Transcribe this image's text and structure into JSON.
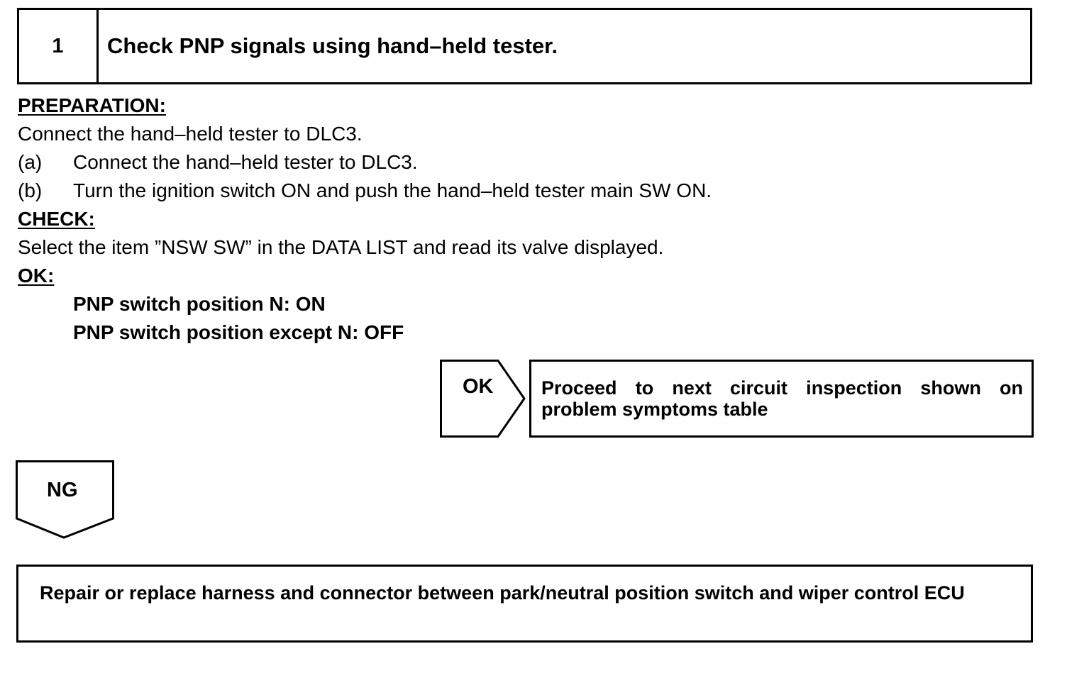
{
  "step": {
    "number": "1",
    "title": "Check PNP signals using hand–held tester."
  },
  "preparation": {
    "heading": "PREPARATION:",
    "intro": "Connect the hand–held tester to DLC3.",
    "steps": [
      {
        "label": "(a)",
        "text": "Connect the hand–held tester to DLC3."
      },
      {
        "label": "(b)",
        "text": "Turn the ignition switch ON and push the hand–held tester main SW ON."
      }
    ]
  },
  "check": {
    "heading": "CHECK:",
    "text": "Select the item ”NSW SW” in the DATA LIST and read its valve displayed."
  },
  "ok_criteria": {
    "heading": "OK:",
    "lines": [
      "PNP switch position N: ON",
      "PNP switch position except N: OFF"
    ]
  },
  "ok_branch": {
    "label": "OK",
    "result": "Proceed to next circuit inspection shown on problem symptoms table"
  },
  "ng_branch": {
    "label": "NG",
    "result": "Repair or replace harness and connector between park/neutral position switch and wiper control ECU"
  }
}
